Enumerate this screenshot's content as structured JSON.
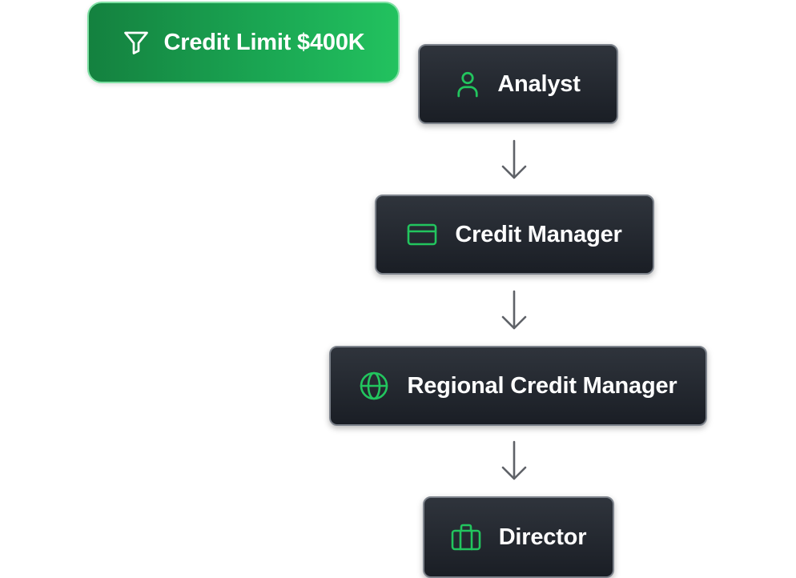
{
  "filter": {
    "label": "Credit Limit $400K",
    "icon": "filter-icon"
  },
  "nodes": [
    {
      "label": "Analyst",
      "icon": "user-icon"
    },
    {
      "label": "Credit Manager",
      "icon": "credit-card-icon"
    },
    {
      "label": "Regional Credit Manager",
      "icon": "globe-icon"
    },
    {
      "label": "Director",
      "icon": "briefcase-icon"
    }
  ],
  "colors": {
    "accent_green": "#22c55e",
    "node_background": "#1f232a",
    "node_border": "#7d838c",
    "arrow": "#5f6268",
    "text": "#ffffff"
  }
}
